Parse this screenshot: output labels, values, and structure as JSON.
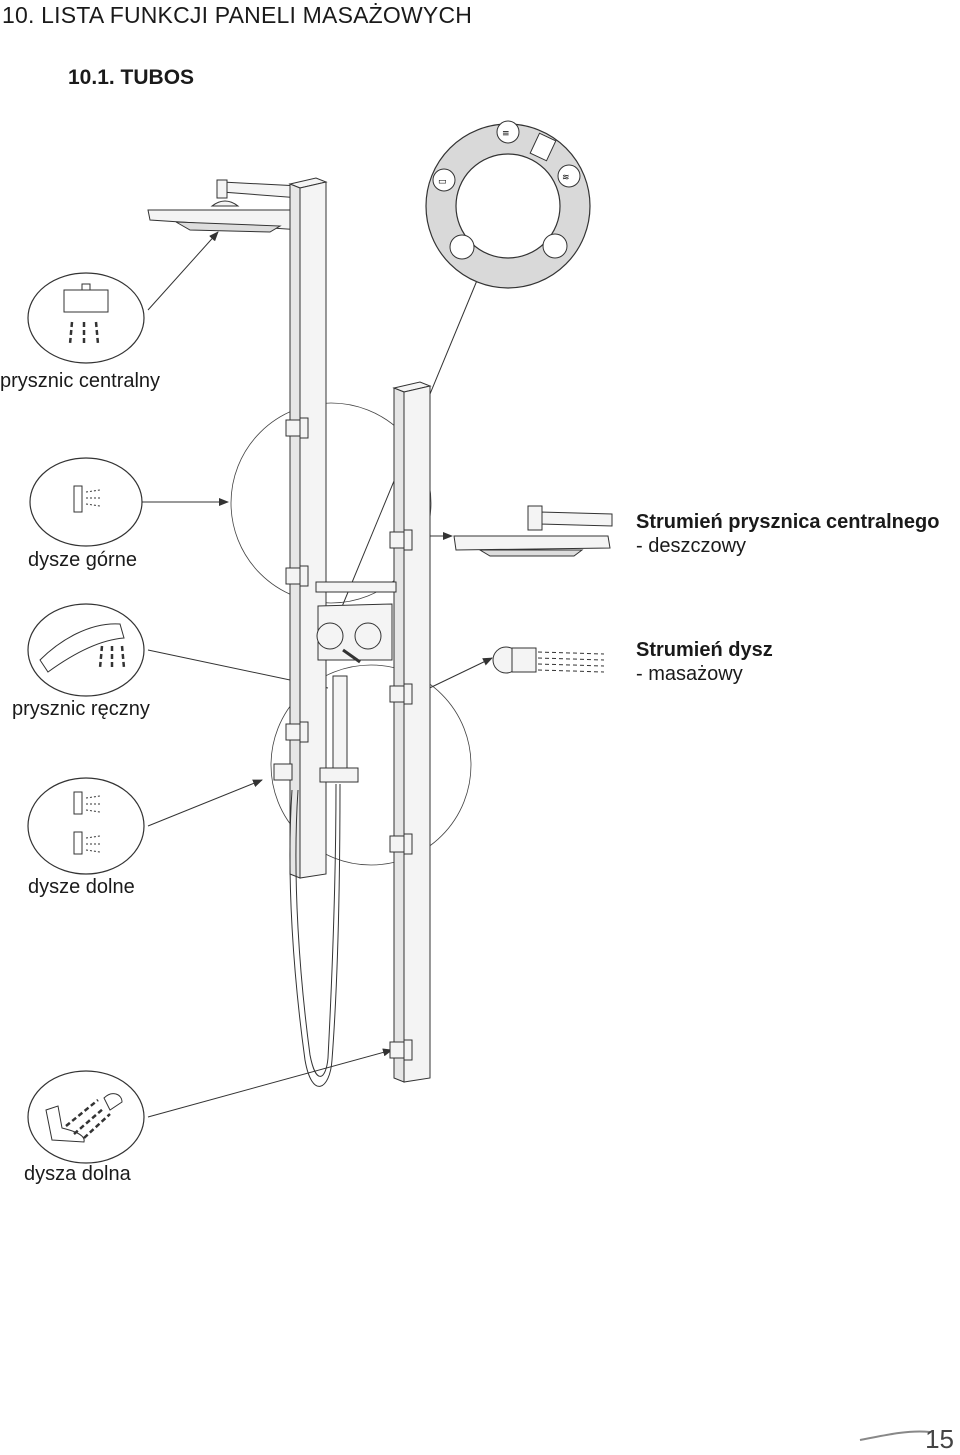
{
  "page": {
    "title": "10. LISTA FUNKCJI PANELI MASAŻOWYCH",
    "subtitle": "10.1. TUBOS",
    "page_number": "15"
  },
  "functions": [
    {
      "label": "prysznic centralny",
      "icon": "overhead-shower-icon"
    },
    {
      "label": "dysze górne",
      "icon": "upper-jets-icon"
    },
    {
      "label": "prysznic ręczny",
      "icon": "hand-shower-icon"
    },
    {
      "label": "dysze dolne",
      "icon": "lower-jets-icon"
    },
    {
      "label": "dysza dolna",
      "icon": "foot-jet-icon"
    }
  ],
  "descriptions": {
    "rain": {
      "title": "Strumień prysznica centralnego",
      "subtitle": "- deszczowy"
    },
    "massage": {
      "title": "Strumień dysz",
      "subtitle": "- masażowy"
    }
  },
  "colors": {
    "line": "#333333",
    "panel": "#f4f4f4",
    "selector_bg": "#d9d9d9"
  }
}
